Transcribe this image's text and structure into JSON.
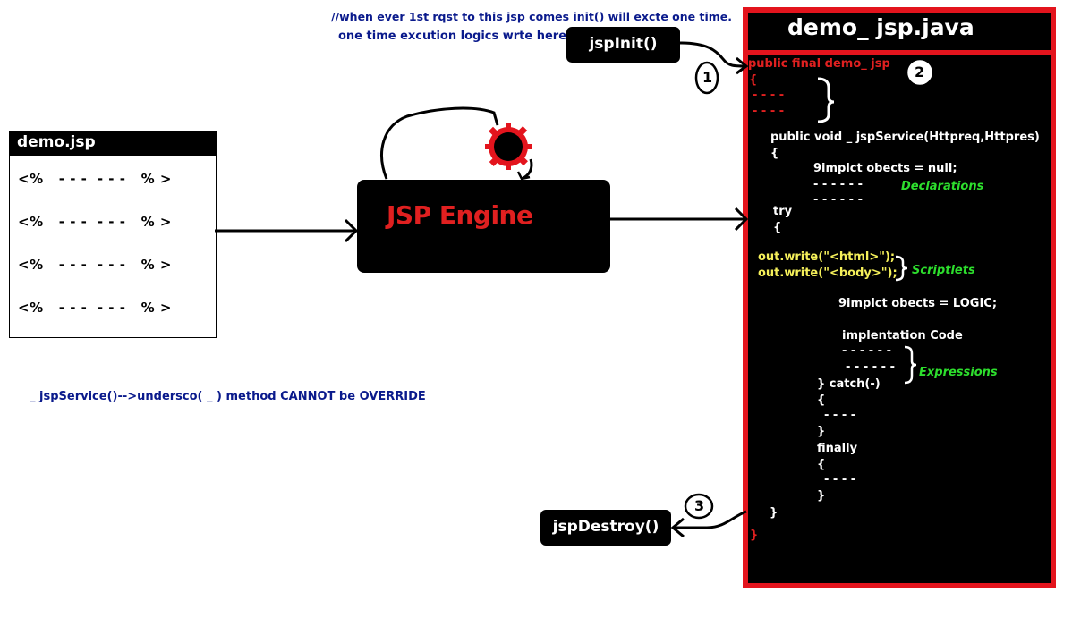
{
  "notes": {
    "init_line1": "//when ever 1st rqst to this jsp comes init() will excte one time.",
    "init_line2": "one time excution logics wrte here",
    "override_note": "_ jspService()-->undersco( _ ) method CANNOT be OVERRIDE"
  },
  "jsp_file": {
    "title": "demo.jsp",
    "lines": [
      "<%   - - -  - - -   % >",
      "<%   - - -  - - -   % >",
      "<%   - - -  - - -   % >",
      "<%   - - -  - - -   % >"
    ]
  },
  "engine": {
    "label": "JSP Engine"
  },
  "lifecycle": {
    "init_label": "jspInit()",
    "destroy_label": "jspDestroy()",
    "step1": "1",
    "step2": "2",
    "step3": "3"
  },
  "java_file": {
    "title": "demo_ jsp.java",
    "class_decl": "public final demo_ jsp",
    "open_brace": "{",
    "dash_line1": "- - - -",
    "dash_line2": "- - - -",
    "service_sig": "public void _ jspService(Httpreq,Httpres)",
    "service_open": "{",
    "implicit_null": "9implct obects = null;",
    "decl_dash1": "- - - - - -",
    "decl_dash2": "- - - - - -",
    "declarations_label": "Declarations",
    "try_kw": "try",
    "try_open": "{",
    "write_html": "out.write(\"<html>\");",
    "write_body": "out.write(\"<body>\");",
    "scriptlets_label": "Scriptlets",
    "implicit_logic": "9implct obects = LOGIC;",
    "impl_code": "implentation Code",
    "expr_dash1": "- - - - - -",
    "expr_dash2": "- - - - - -",
    "expressions_label": "Expressions",
    "catch_line": "} catch(-)",
    "catch_open": "{",
    "catch_dash": "- - - -",
    "catch_close": "}",
    "finally_kw": "finally",
    "finally_open": "{",
    "finally_dash": "- - - -",
    "finally_close": "}",
    "service_close": "}",
    "class_close": "}"
  },
  "colors": {
    "note_blue": "#0a1a8c",
    "panel_red": "#e3141d",
    "engine_red": "#e02020",
    "label_green": "#2dde2d",
    "code_yellow": "#f5f05a"
  }
}
